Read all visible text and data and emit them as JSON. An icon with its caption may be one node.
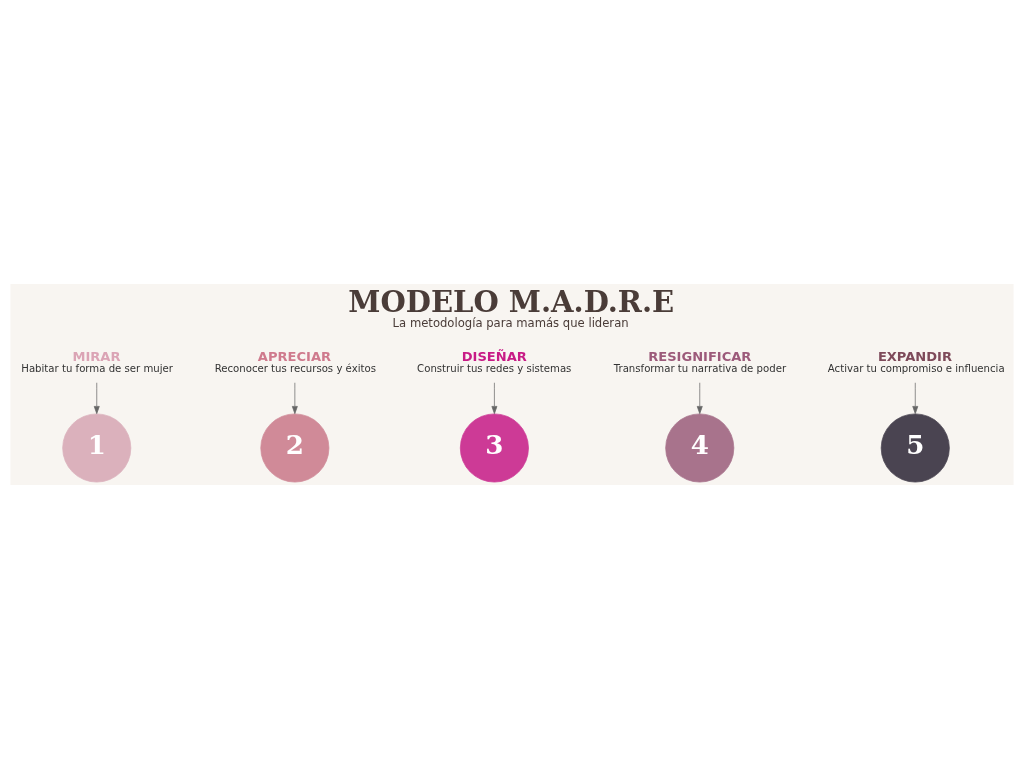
{
  "diagram": {
    "title": "MODELO M.A.D.R.E",
    "caption": "La metodología para mamás que lideran",
    "nodes": [
      {
        "text": [
          "1"
        ]
      },
      {
        "text": [
          "2"
        ]
      },
      {
        "text": [
          "3"
        ]
      },
      {
        "text": [
          "4"
        ]
      },
      {
        "text": [
          "5"
        ]
      },
      {
        "text": [
          "MIRAR",
          "Habitar tu forma de ser mujer"
        ]
      },
      {
        "text": [
          "APRECIAR",
          "Reconocer tus recursos y éxitos"
        ]
      },
      {
        "text": [
          "DISEÑAR",
          "Construir tus redes y sistemas"
        ]
      },
      {
        "text": [
          "RESIGNIFICAR",
          "Transformar tu narrativa de poder"
        ]
      },
      {
        "text": [
          "EXPANDIR",
          "Activar tu compromiso e influencia"
        ]
      }
    ],
    "edges": [
      {
        "from": 5,
        "to": 0,
        "arrow": "to"
      },
      {
        "from": 6,
        "to": 1,
        "arrow": "to"
      },
      {
        "from": 7,
        "to": 2,
        "arrow": "to"
      },
      {
        "from": 8,
        "to": 3,
        "arrow": "to"
      },
      {
        "from": 9,
        "to": 4,
        "arrow": "to"
      }
    ]
  }
}
